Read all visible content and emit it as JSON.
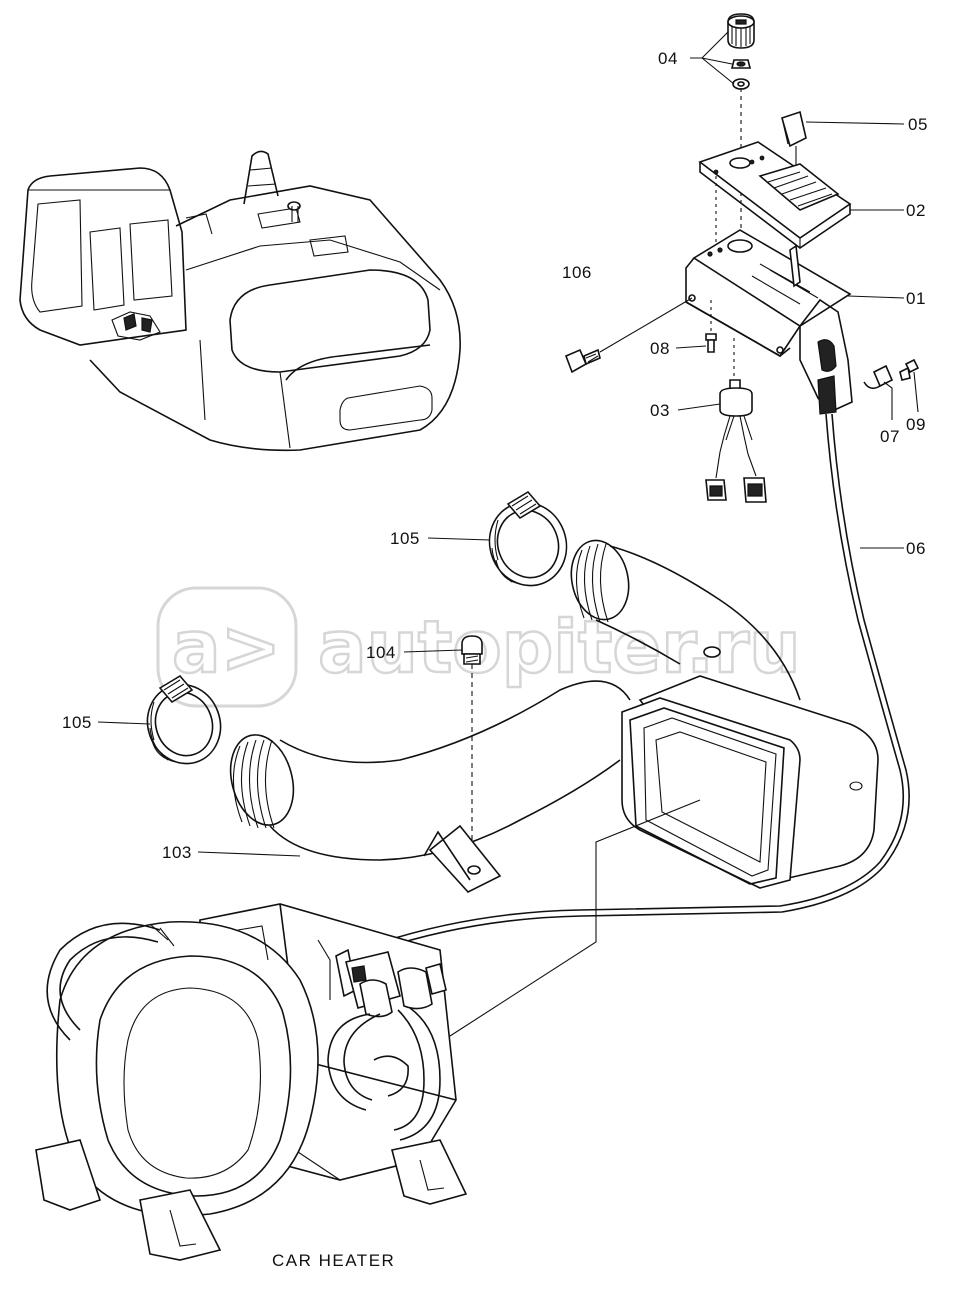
{
  "caption": "CAR HEATER",
  "watermark": {
    "text": "autopiter.ru",
    "icon": "a>"
  },
  "parts": [
    {
      "id": "04"
    },
    {
      "id": "05"
    },
    {
      "id": "02"
    },
    {
      "id": "106"
    },
    {
      "id": "01"
    },
    {
      "id": "08"
    },
    {
      "id": "03"
    },
    {
      "id": "07"
    },
    {
      "id": "09"
    },
    {
      "id": "06"
    },
    {
      "id": "105"
    },
    {
      "id": "104"
    },
    {
      "id": "105"
    },
    {
      "id": "103"
    }
  ]
}
